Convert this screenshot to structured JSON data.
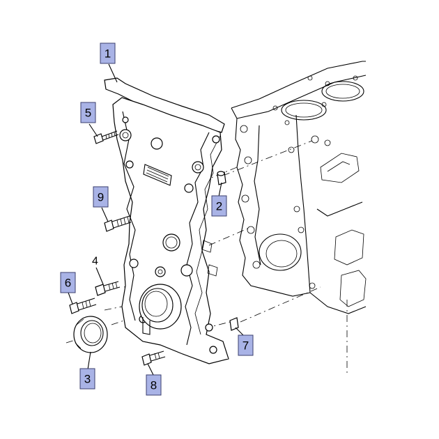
{
  "callouts": [
    {
      "id": "1",
      "label": "1",
      "boxed": true
    },
    {
      "id": "2",
      "label": "2",
      "boxed": true
    },
    {
      "id": "3",
      "label": "3",
      "boxed": true
    },
    {
      "id": "4",
      "label": "4",
      "boxed": false
    },
    {
      "id": "5",
      "label": "5",
      "boxed": true
    },
    {
      "id": "6",
      "label": "6",
      "boxed": true
    },
    {
      "id": "7",
      "label": "7",
      "boxed": true
    },
    {
      "id": "8",
      "label": "8",
      "boxed": true
    },
    {
      "id": "9",
      "label": "9",
      "boxed": true
    }
  ],
  "colors": {
    "callout_fill": "#a9b3e6",
    "callout_border": "#3b3f6e",
    "line": "#000000",
    "background": "#ffffff"
  }
}
